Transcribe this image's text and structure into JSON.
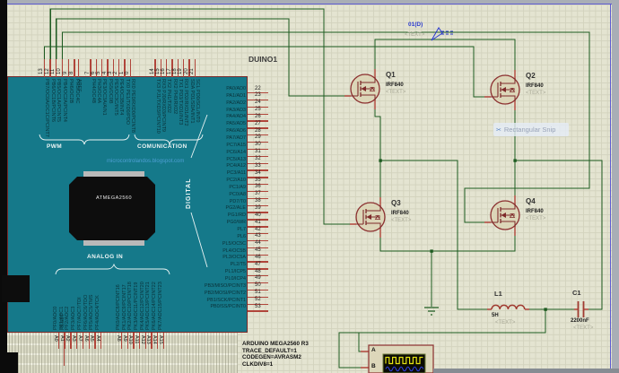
{
  "sheet": {
    "ref_label": "DUINO1"
  },
  "watermark": {
    "text": "Rectangular Snip"
  },
  "probe": {
    "label": "01(D)",
    "placeholder": "<TEXT>"
  },
  "chip": {
    "core": "ATMEGA2560",
    "aref": "AREF",
    "reset": "RESET",
    "url": "microcontrolandos.blogspot.com",
    "groups": {
      "pwm": "PWM",
      "comunication": "COMUNICATION",
      "digital": "DIGITAL",
      "analog_in": "ANALOG IN"
    },
    "top_pins": {
      "group1": {
        "numbers": [
          "13",
          "12",
          "11",
          "10",
          "9",
          "8"
        ],
        "labels": [
          "PB7/OC0A/OC1C/PCINT7",
          "PB6/OC1B/PCINT6",
          "PB5/OC1A/PCINT5",
          "PB4/OC2A/PCINT4",
          "PH6/OC2B",
          "PH5/OC4C"
        ]
      },
      "group2": {
        "numbers": [
          "7",
          "6",
          "5",
          "4",
          "3",
          "2",
          "1",
          "0"
        ],
        "labels": [
          "PH4/OC4B",
          "PH3/OC4A",
          "PE3/OC3A/AIN1",
          "PG5/OC0B",
          "PE5/OC3C/INT5",
          "PE4/OC3B/INT4",
          "TX0 PE1/TXD0/PDO",
          "RX0 PE0/RXD0/PCINT8"
        ]
      },
      "group3": {
        "numbers": [
          "14",
          "15",
          "16",
          "17",
          "18",
          "19",
          "20",
          "21"
        ],
        "labels": [
          "TX3 PJ1/TXD3/PCINT10",
          "RX3 PJ0/RXD3/PCINT9",
          "TX2 PH1/TXD2",
          "RX2 PH0/RXD2",
          "TX1 PD3/TXD1/INT3",
          "RX1 PD2/RXD1/INT2",
          "SDA PD1/SDA/INT1",
          "SCL PD0/SCL/INT0"
        ]
      }
    },
    "right_pins": {
      "numbers": [
        "22",
        "23",
        "24",
        "25",
        "26",
        "27",
        "28",
        "29",
        "30",
        "31",
        "32",
        "33",
        "34",
        "35",
        "36",
        "37",
        "38",
        "39",
        "40",
        "41",
        "42",
        "43",
        "44",
        "45",
        "46",
        "47",
        "48",
        "49",
        "50",
        "51",
        "52",
        "53"
      ],
      "labels": [
        "PA0/AD0",
        "PA1/AD1",
        "PA2/AD2",
        "PA3/AD3",
        "PA4/AD4",
        "PA5/AD5",
        "PA6/AD6",
        "PA7/AD7",
        "PC7/A15",
        "PC6/A14",
        "PC5/A13",
        "PC4/A12",
        "PC3/A11",
        "PC2/A10",
        "PC1/A9",
        "PC0/A8",
        "PD7/T0",
        "PG2/ALE",
        "PG1/RD",
        "PG0/WR",
        "PL7",
        "PL6",
        "PL5/OC5C",
        "PL4/OC5B",
        "PL3/OC5A",
        "PL2/T5",
        "PL1/ICP5",
        "PL0/ICP4",
        "PB3/MISO/PCINT3",
        "PB2/MOSI/PCINT2",
        "PB1/SCK/PCINT1",
        "PB0/SS/PCINT0"
      ]
    },
    "bottom_pins": {
      "group1": {
        "names": [
          "A0",
          "A1",
          "A2",
          "A3",
          "A7",
          "A6",
          "A5",
          "A4"
        ],
        "labels": [
          "PF0/ADC0",
          "PF1/ADC1",
          "PF2/ADC2",
          "PF3/ADC3",
          "PF7/ADC7/TDI",
          "PF6/ADC6/TDO",
          "PF5/ADC5/TMS",
          "PF4/ADC4/TCK"
        ]
      },
      "group2": {
        "names": [
          "A8",
          "A9",
          "A10",
          "A11",
          "A12",
          "A13",
          "A14",
          "A15"
        ],
        "labels": [
          "PK0/ADC8/PCINT16",
          "PK1/ADC9/PCINT17",
          "PK2/ADC10/PCINT18",
          "PK3/ADC11/PCINT19",
          "PK4/ADC12/PCINT20",
          "PK5/ADC13/PCINT21",
          "PK6/ADC14/PCINT22",
          "PK7/ADC15/PCINT23"
        ]
      }
    }
  },
  "properties": {
    "lines": [
      "ARDUINO MEGA2560 R3",
      "TRACE_DEFAULT=1",
      "CODEGEN=AVRASM2",
      "CLKDIV8=1"
    ]
  },
  "transistors": [
    {
      "ref": "Q1",
      "value": "IRF840",
      "text": "<TEXT>"
    },
    {
      "ref": "Q2",
      "value": "IRF840",
      "text": "<TEXT>"
    },
    {
      "ref": "Q3",
      "value": "IRF840",
      "text": "<TEXT>"
    },
    {
      "ref": "Q4",
      "value": "IRF840",
      "text": "<TEXT>"
    }
  ],
  "inductor": {
    "ref": "L1",
    "value": "5H",
    "text": "<TEXT>"
  },
  "capacitor": {
    "ref": "C1",
    "value": "2200nF",
    "text": "<TEXT>"
  },
  "oscilloscope": {
    "channel_a": "A",
    "channel_b": "B"
  },
  "colors": {
    "wire": "#1d5b20",
    "pin": "#b0453a",
    "component": "#8b2f2f",
    "chip_body": "#15798a",
    "border": "#5d5ad2"
  }
}
